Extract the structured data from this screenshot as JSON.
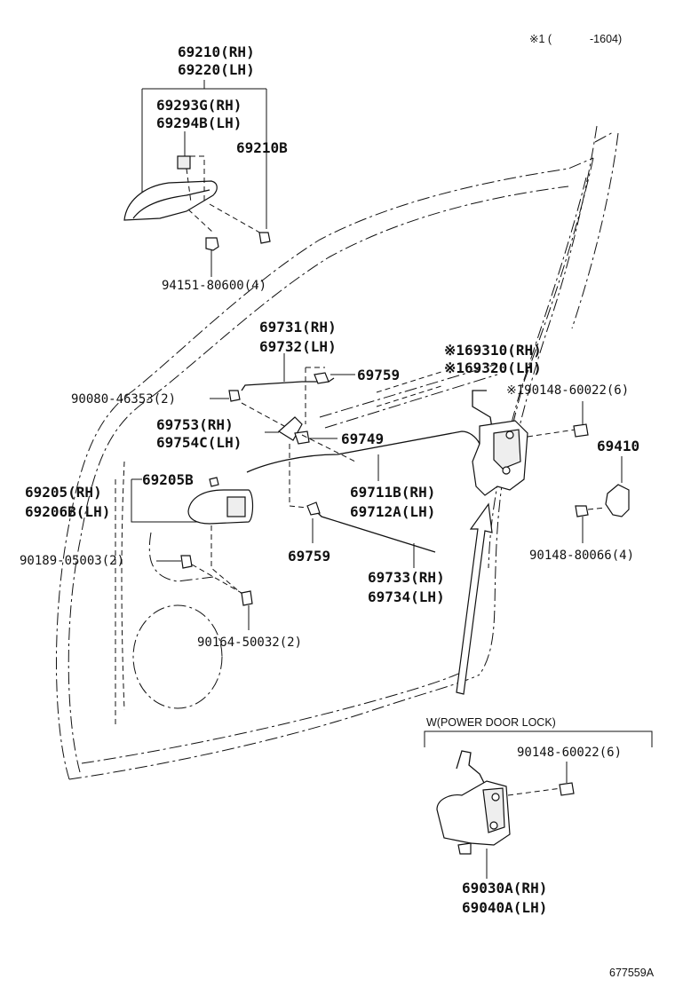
{
  "header": {
    "note_prefix": "※1 (",
    "note_range": "-1604)"
  },
  "labels": {
    "outside_handle_rh": "69210(RH)",
    "outside_handle_lh": "69220(LH)",
    "cover_rh": "69293G(RH)",
    "cover_lh": "69294B(LH)",
    "handle_sub": "69210B",
    "nut_outer": "94151-80600(4)",
    "rod_a_rh": "69731(RH)",
    "rod_a_lh": "69732(LH)",
    "clip_upper": "69759",
    "lock_assy_rh": "※169310(RH)",
    "lock_assy_lh": "※169320(LH)",
    "screw_lock": "※190148-60022(6)",
    "screw_plug": "90080-46353(2)",
    "bellcrank_rh": "69753(RH)",
    "bellcrank_lh": "69754C(LH)",
    "clip_mid": "69749",
    "striker": "69410",
    "inside_bezel": "69205B",
    "inside_handle_rh": "69205(RH)",
    "inside_handle_lh": "69206B(LH)",
    "rod_b_rh": "69711B(RH)",
    "rod_b_lh": "69712A(LH)",
    "screw_striker": "90148-80066(4)",
    "plug_lower": "90189-05003(2)",
    "clip_lower": "69759",
    "rod_c_rh": "69733(RH)",
    "rod_c_lh": "69734(LH)",
    "screw_handle": "90164-50032(2)",
    "power_lock_title": "W(POWER DOOR LOCK)",
    "screw_power": "90148-60022(6)",
    "power_lock_rh": "69030A(RH)",
    "power_lock_lh": "69040A(LH)"
  },
  "footer": {
    "figure_id": "677559A"
  }
}
